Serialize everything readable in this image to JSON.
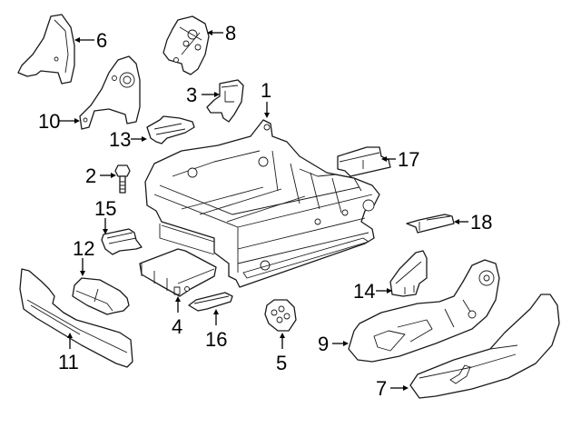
{
  "diagram": {
    "type": "exploded parts diagram",
    "subject": "power seat frame assembly",
    "line_color": "#1a1a1a",
    "background": "#ffffff",
    "callouts": [
      {
        "id": "1",
        "label": "1",
        "part": "seat-frame"
      },
      {
        "id": "2",
        "label": "2",
        "part": "bolt"
      },
      {
        "id": "3",
        "label": "3",
        "part": "bracket"
      },
      {
        "id": "4",
        "label": "4",
        "part": "control-module"
      },
      {
        "id": "5",
        "label": "5",
        "part": "motor"
      },
      {
        "id": "6",
        "label": "6",
        "part": "upper-cover"
      },
      {
        "id": "7",
        "label": "7",
        "part": "side-shield"
      },
      {
        "id": "8",
        "label": "8",
        "part": "recliner-mechanism"
      },
      {
        "id": "9",
        "label": "9",
        "part": "side-frame-panel"
      },
      {
        "id": "10",
        "label": "10",
        "part": "recliner-bracket"
      },
      {
        "id": "11",
        "label": "11",
        "part": "inner-trim-panel"
      },
      {
        "id": "12",
        "label": "12",
        "part": "trim-cover"
      },
      {
        "id": "13",
        "label": "13",
        "part": "switch-bracket"
      },
      {
        "id": "14",
        "label": "14",
        "part": "mount-bracket"
      },
      {
        "id": "15",
        "label": "15",
        "part": "track-cover"
      },
      {
        "id": "16",
        "label": "16",
        "part": "module-cover"
      },
      {
        "id": "17",
        "label": "17",
        "part": "rear-track-cover"
      },
      {
        "id": "18",
        "label": "18",
        "part": "track-end-cover"
      }
    ]
  }
}
